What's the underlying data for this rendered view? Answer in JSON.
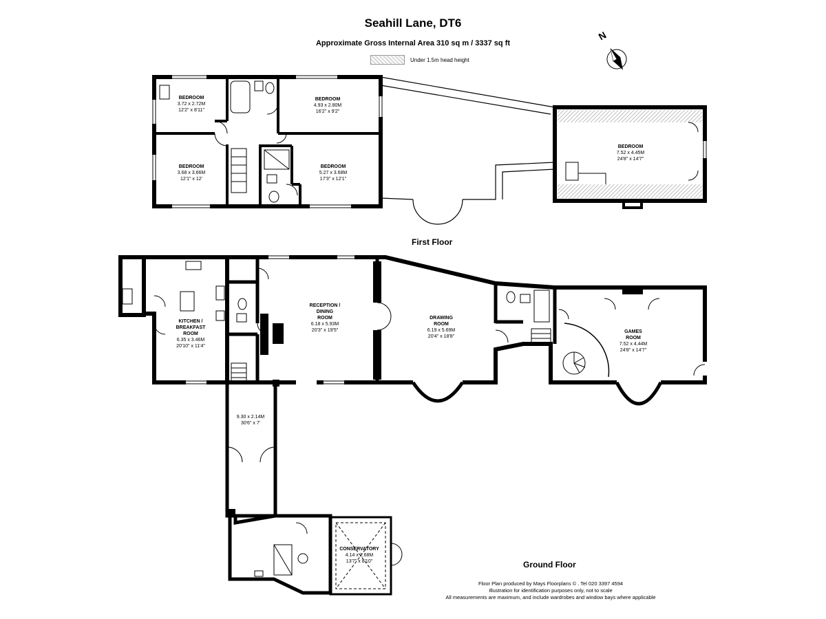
{
  "header": {
    "title": "Seahill Lane, DT6",
    "area": "Approximate Gross Internal Area 310 sq m  /  3337 sq ft",
    "legend_label": "Under 1.5m head height"
  },
  "compass": {
    "letter": "N"
  },
  "floors": {
    "first": "First Floor",
    "ground": "Ground Floor"
  },
  "rooms": {
    "bed1": {
      "name": "BEDROOM",
      "metric": "3.72 x 2.72M",
      "imperial": "12'2\" x 8'11\""
    },
    "bed2": {
      "name": "BEDROOM",
      "metric": "4.93 x 2.80M",
      "imperial": "16'2\" x 9'2\""
    },
    "bed3": {
      "name": "BEDROOM",
      "metric": "3.68 x 3.66M",
      "imperial": "12'1\" x 12'"
    },
    "bed4": {
      "name": "BEDROOM",
      "metric": "5.27 x 3.68M",
      "imperial": "17'3\" x 12'1\""
    },
    "bed5": {
      "name": "BEDROOM",
      "metric": "7.52 x 4.45M",
      "imperial": "24'8\" x 14'7\""
    },
    "kitchen": {
      "name1": "KITCHEN /",
      "name2": "BREAKFAST",
      "name3": "ROOM",
      "metric": "6.35 x 3.46M",
      "imperial": "20'10\" x 11'4\""
    },
    "reception": {
      "name1": "RECEPTION /",
      "name2": "DINING",
      "name3": "ROOM",
      "metric": "6.18 x 5.93M",
      "imperial": "20'3\" x 19'5\""
    },
    "drawing": {
      "name1": "DRAWING",
      "name2": "ROOM",
      "metric": "6.19 x 5.69M",
      "imperial": "20'4\" x 18'8\""
    },
    "games": {
      "name1": "GAMES",
      "name2": "ROOM",
      "metric": "7.52 x 4.44M",
      "imperial": "24'8\" x 14'7\""
    },
    "hall": {
      "metric": "9.30 x 2.14M",
      "imperial": "30'6\" x 7'"
    },
    "conservatory": {
      "name": "CONSERVATORY",
      "metric": "4.14 x 2.68M",
      "imperial": "13'7\" x 8'10\""
    }
  },
  "credits": {
    "line1": "Floor Plan produced by Mays Floorplans ©  .  Tel 020 3397 4594",
    "line2": "Illustration for identification purposes only, not to scale",
    "line3": "All measurements are maximum, and include wardrobes and window bays where applicable"
  }
}
